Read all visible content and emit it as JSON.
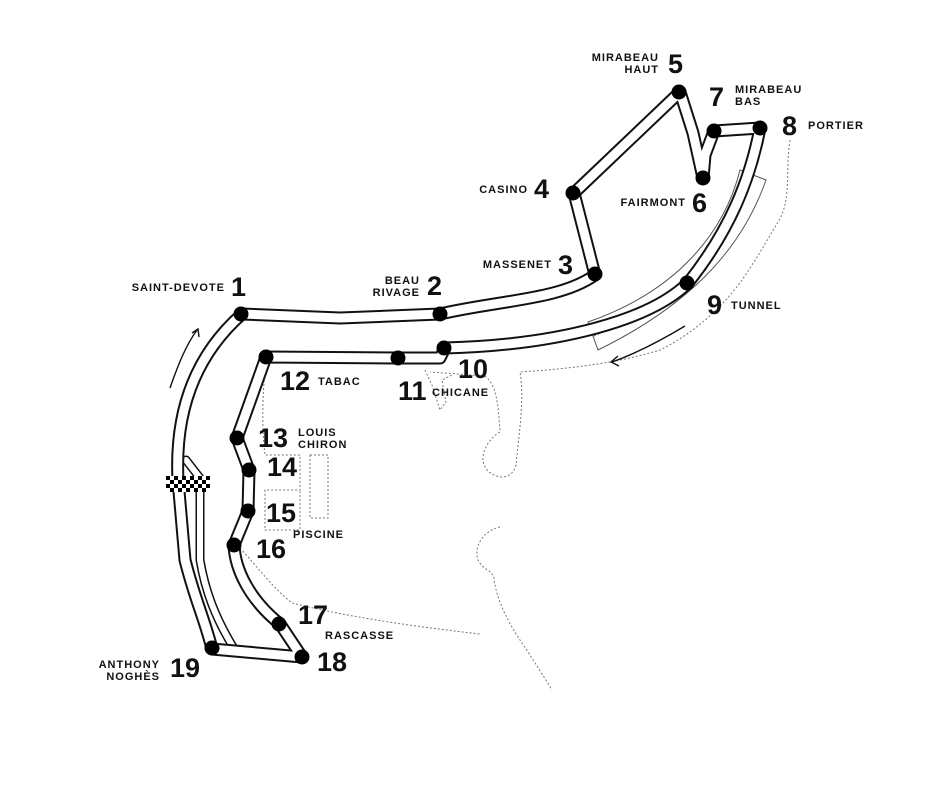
{
  "corners": [
    {
      "num": "1",
      "name": [
        "SAINT-DEVOTE"
      ]
    },
    {
      "num": "2",
      "name": [
        "BEAU",
        "RIVAGE"
      ]
    },
    {
      "num": "3",
      "name": [
        "MASSENET"
      ]
    },
    {
      "num": "4",
      "name": [
        "CASINO"
      ]
    },
    {
      "num": "5",
      "name": [
        "MIRABEAU",
        "HAUT"
      ]
    },
    {
      "num": "6",
      "name": [
        "FAIRMONT"
      ]
    },
    {
      "num": "7",
      "name": [
        "MIRABEAU",
        "BAS"
      ]
    },
    {
      "num": "8",
      "name": [
        "PORTIER"
      ]
    },
    {
      "num": "9",
      "name": [
        "TUNNEL"
      ]
    },
    {
      "num": "10",
      "name": []
    },
    {
      "num": "11",
      "name": [
        "CHICANE"
      ]
    },
    {
      "num": "12",
      "name": [
        "TABAC"
      ]
    },
    {
      "num": "13",
      "name": [
        "LOUIS",
        "CHIRON"
      ]
    },
    {
      "num": "14",
      "name": []
    },
    {
      "num": "15",
      "name": [
        "PISCINE"
      ]
    },
    {
      "num": "16",
      "name": []
    },
    {
      "num": "17",
      "name": [
        "RASCASSE"
      ]
    },
    {
      "num": "18",
      "name": []
    },
    {
      "num": "19",
      "name": [
        "ANTHONY",
        "NOGHÈS"
      ]
    }
  ],
  "colors": {
    "track": "#111111",
    "coastline": "#777777",
    "background": "#ffffff"
  },
  "icons": {
    "start_finish": "checkered-flag-icon",
    "direction": "direction-arrow-icon"
  }
}
